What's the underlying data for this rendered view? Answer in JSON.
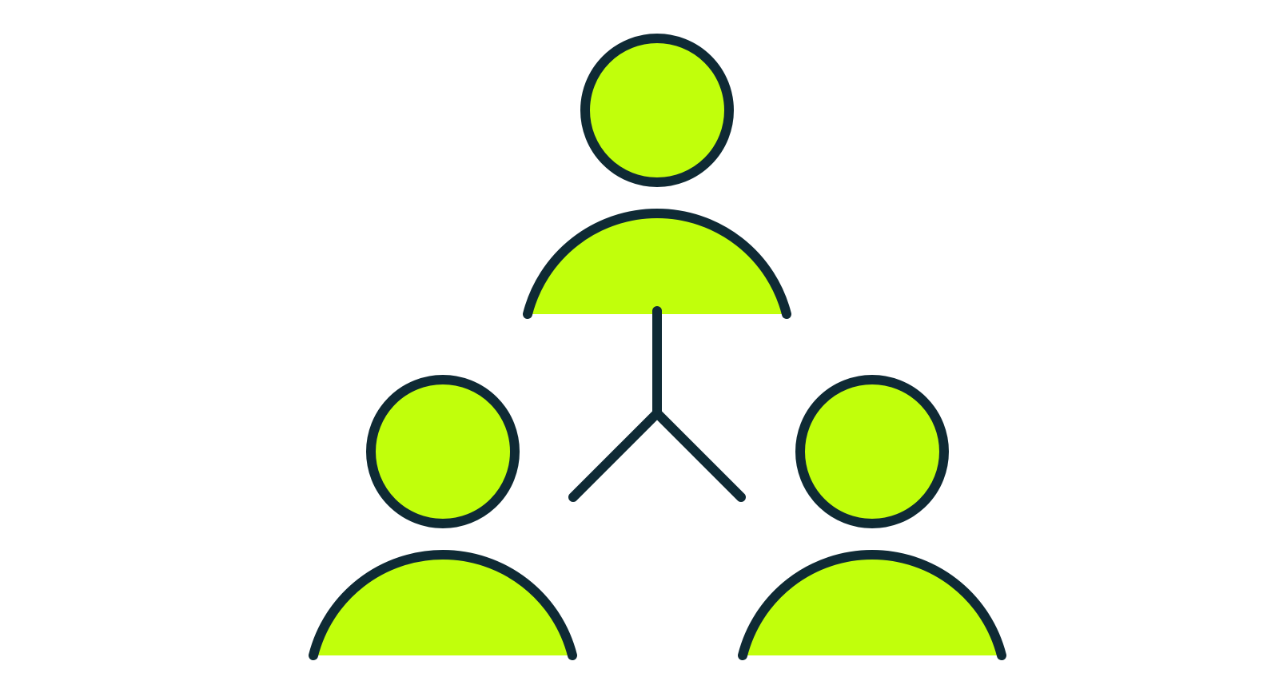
{
  "illustration": {
    "icon": "team-hierarchy-icon",
    "people": [
      {
        "role": "leader",
        "icon": "person-icon"
      },
      {
        "role": "member-left",
        "icon": "person-icon"
      },
      {
        "role": "member-right",
        "icon": "person-icon"
      }
    ],
    "connector": {
      "icon": "branch-connector-icon"
    }
  },
  "colors": {
    "background": "#ffffff",
    "fill": "#c1ff0b",
    "stroke": "#0f2a35"
  }
}
